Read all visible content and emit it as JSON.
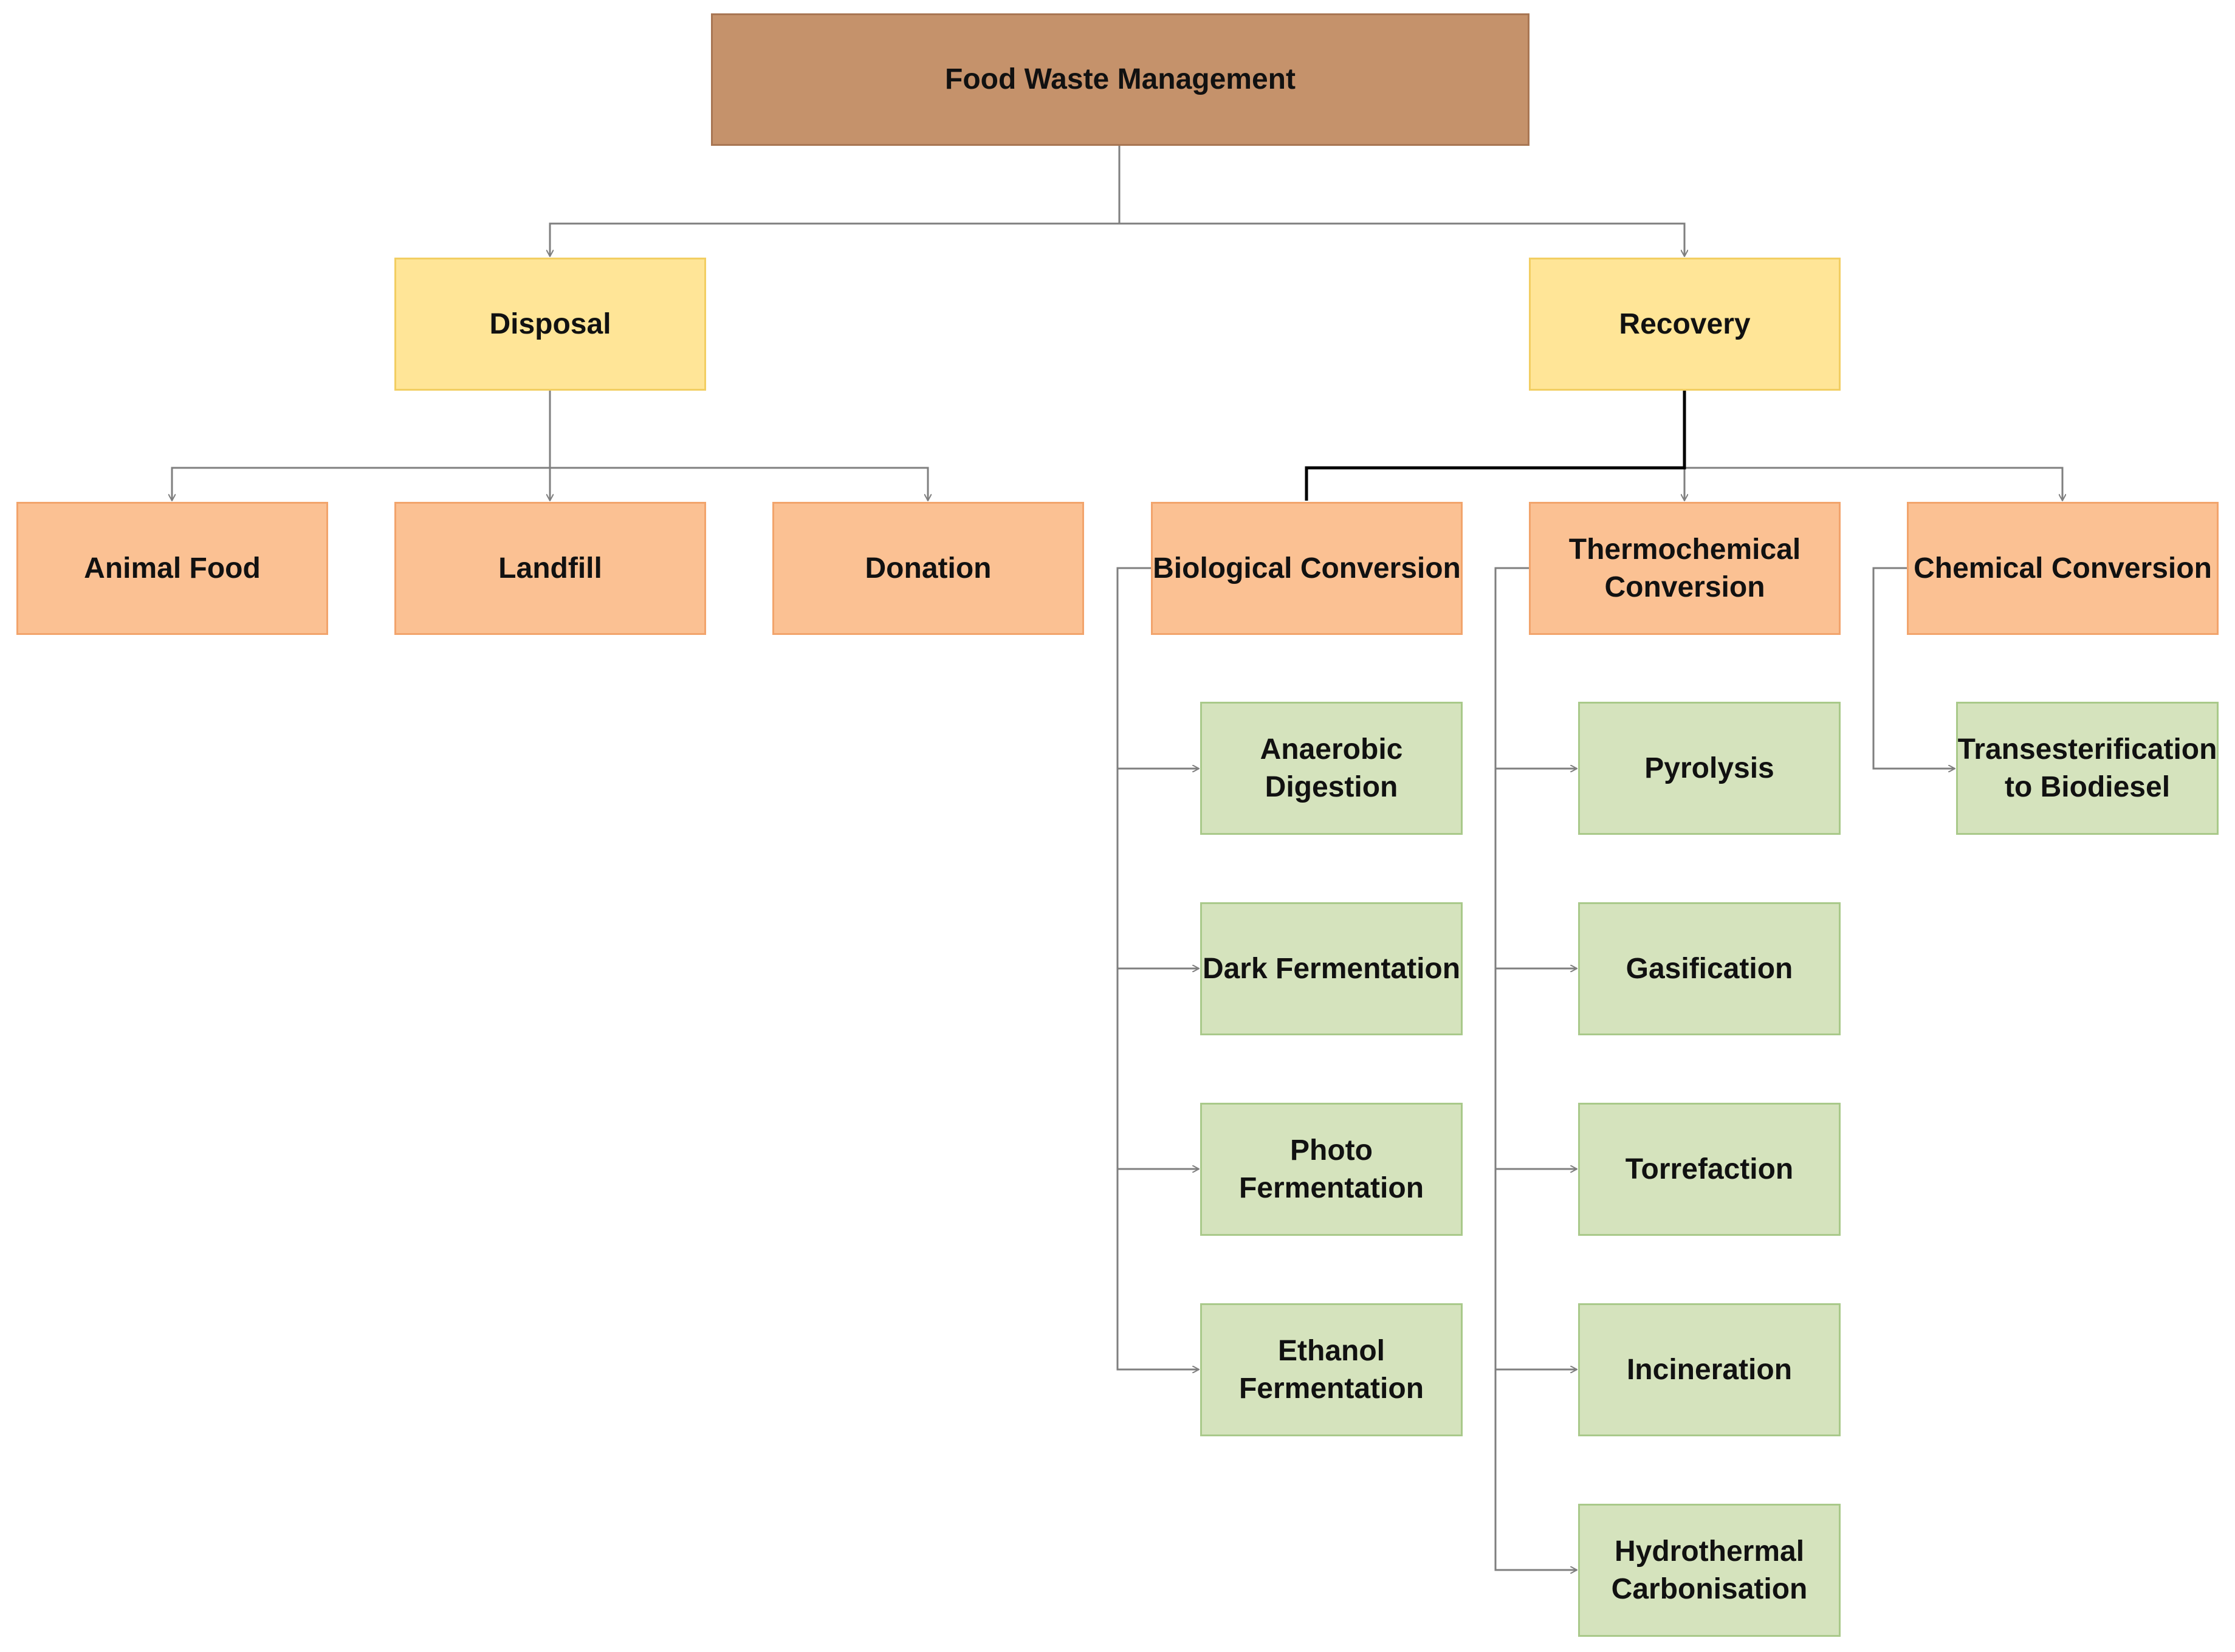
{
  "diagram": {
    "root": {
      "label": "Food Waste Management"
    },
    "branches": [
      {
        "label": "Disposal",
        "children": [
          {
            "label": "Animal Food"
          },
          {
            "label": "Landfill"
          },
          {
            "label": "Donation"
          }
        ]
      },
      {
        "label": "Recovery",
        "children": [
          {
            "label": "Biological Conversion",
            "children": [
              "Anaerobic Digestion",
              "Dark Fermentation",
              "Photo Fermentation",
              "Ethanol Fermentation"
            ]
          },
          {
            "label": "Thermochemical Conversion",
            "children": [
              "Pyrolysis",
              "Gasification",
              "Torrefaction",
              "Incineration",
              "Hydrothermal Carbonisation"
            ]
          },
          {
            "label": "Chemical Conversion",
            "children": [
              "Transesterification to Biodiesel"
            ]
          }
        ]
      }
    ]
  },
  "colors": {
    "root_fill": "#c5926b",
    "level1_fill": "#ffe597",
    "level2_fill": "#fbc193",
    "leaf_fill": "#d5e3bd",
    "connector": "#7f7f7f",
    "highlight_connector": "#000000"
  }
}
